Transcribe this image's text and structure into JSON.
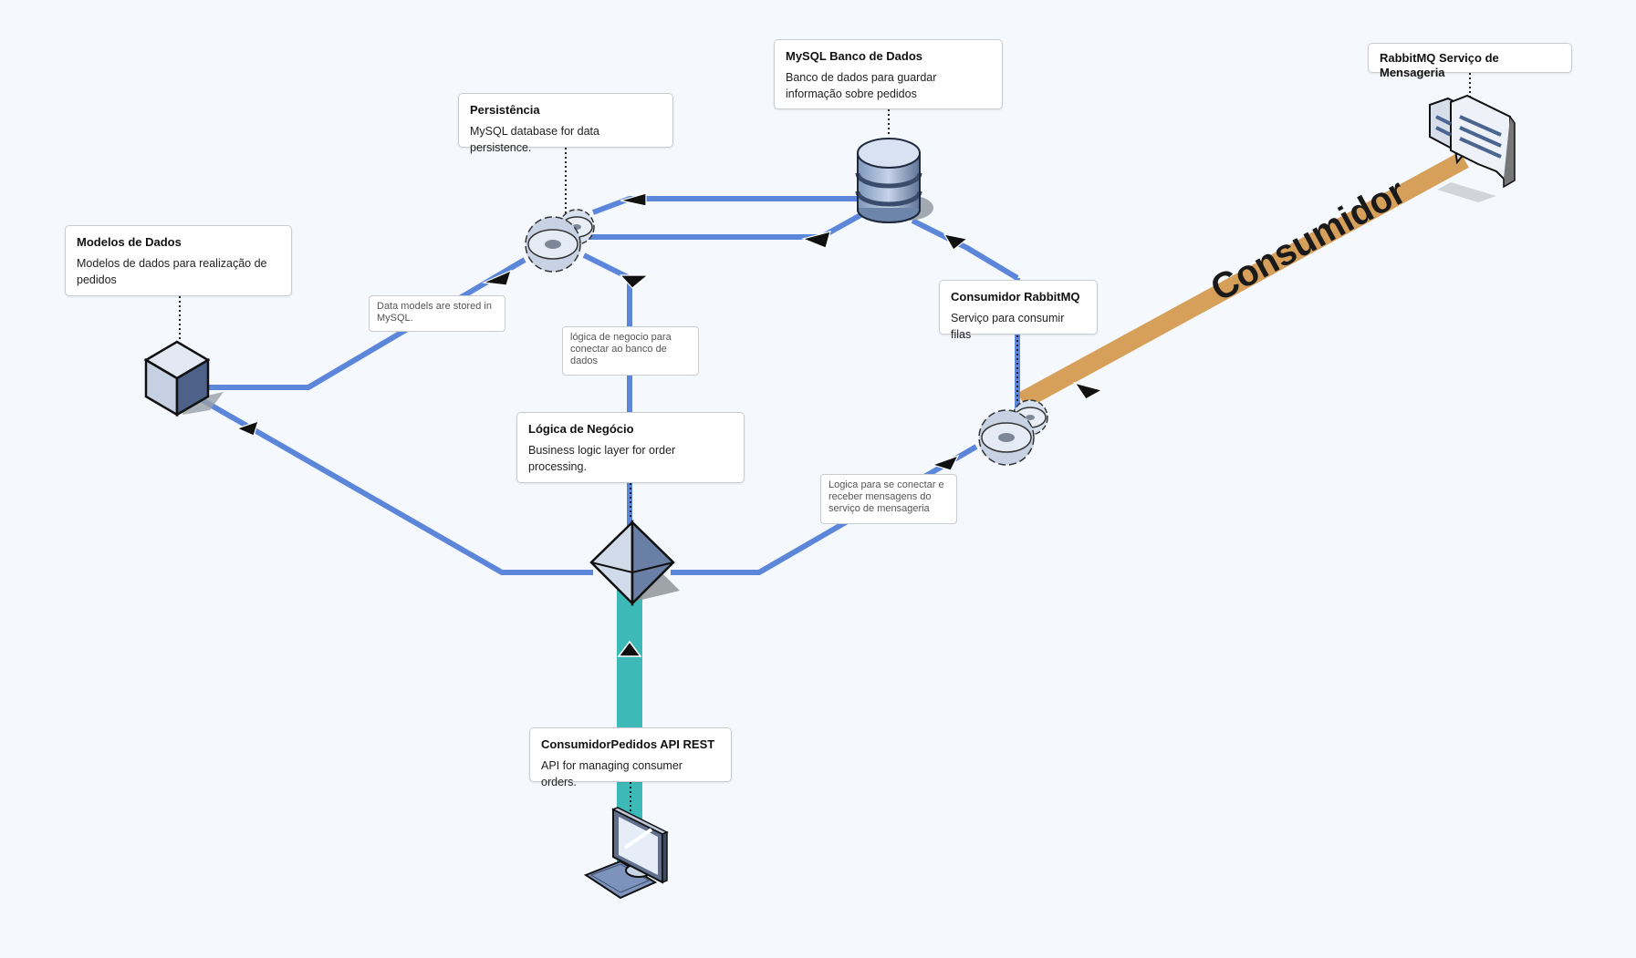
{
  "nodes": {
    "mysql": {
      "title": "MySQL Banco de Dados",
      "description": "Banco de dados para guardar informação sobre pedidos"
    },
    "persistencia": {
      "title": "Persistência",
      "description": "MySQL database for data persistence."
    },
    "modelos": {
      "title": "Modelos de Dados",
      "description": "Modelos de dados para realização de pedidos"
    },
    "rabbitmq": {
      "title": "RabbitMQ Serviço de Mensageria"
    },
    "consumidor_rabbit": {
      "title": "Consumidor RabbitMQ",
      "description": "Serviço para consumir filas"
    },
    "logica": {
      "title": "Lógica de Negócio",
      "description": "Business logic layer for order processing."
    },
    "api": {
      "title": "ConsumidorPedidos API REST",
      "description": "API for managing consumer orders."
    }
  },
  "edges": {
    "modelos_persistencia": "Data models are stored in MySQL.",
    "logica_persistencia": "lógica de negocio para conectar ao banco de dados",
    "logica_consumidor": "Logica para se conectar e receber mensagens do serviço de mensageria",
    "rabbit_consumidor": "Consumidor"
  },
  "colors": {
    "background": "#f5f8fc",
    "edge_blue": "#5b86d9",
    "edge_teal": "#3dbab7",
    "edge_orange": "#d6a05a"
  },
  "icons": {
    "mysql": "database-icon",
    "persistencia": "gears-icon",
    "modelos": "cube-icon",
    "rabbitmq": "message-bubbles-icon",
    "consumidor_rabbit": "gears-icon",
    "logica": "diamond-icon",
    "api": "monitor-keyboard-icon"
  }
}
